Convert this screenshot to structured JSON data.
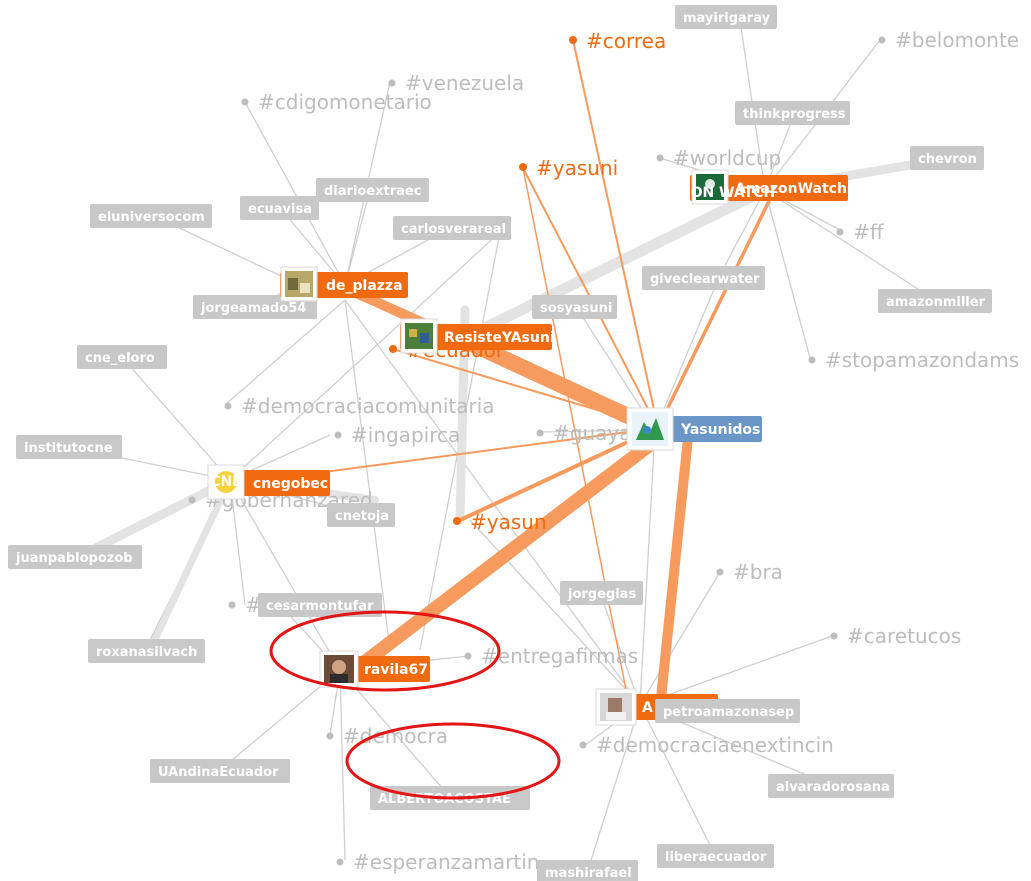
{
  "hashtags": {
    "correa": "#correa",
    "belomonte": "#belomonte",
    "venezuela": "#venezuela",
    "cdigomonetario": "#cdigomonetario",
    "yasuni": "#yasuni",
    "worldcup": "#worldcup",
    "ff": "#ff",
    "stopamazondams": "#stopamazondams",
    "ecuador": "#ecuador",
    "democraciacomunitaria": "#democraciacomunitaria",
    "ingapirca": "#ingapirca",
    "guayaquil": "#guayaquil",
    "gobernanza": "#gobernanzared",
    "yasun": "#yasun",
    "bra": "#bra",
    "caretucos": "#caretucos",
    "ica": "#ica",
    "entregafirmas": "#entregafirmas",
    "democra": "#democra",
    "democraciaenextincin": "#democraciaenextincin",
    "esperanzamartin": "#esperanzamartin"
  },
  "users": {
    "mayirigaray": "mayirigaray",
    "thinkprogress": "thinkprogress",
    "chevron": "chevron",
    "diarioextraec": "diarioextraec",
    "ecuavisa": "ecuavisa",
    "eluniversocom": "eluniversocom",
    "carlosverareal": "carlosverareal",
    "giveclearwater": "giveclearwater",
    "amazonmiller": "amazonmiller",
    "jorgeamado": "jorgeamado54",
    "sosyasuni": "sosyasuni",
    "cne_eloro": "cne_eloro",
    "institutocne": "institutocne",
    "cnetoja": "cnetoja",
    "juanpablopozob": "juanpablopozob",
    "jorgeglas": "jorgeglas",
    "cesarmontufar": "cesarmontufar",
    "roxanasilvach": "roxanasilvach",
    "petroamazonasep": "petroamazonasep",
    "uandina": "UAndinaEcuador",
    "albertoacosta": "ALBERTOACOSTAE",
    "alvaradorosana": "alvaradorosana",
    "liberaecuador": "liberaecuador",
    "mashirafael": "mashirafael"
  },
  "hubs": {
    "amazonwatch": "AmazonWatch",
    "de_plazza": "de_plazza",
    "resisteyasuni": "ResisteYAsuni",
    "yasunidos": "Yasunidos",
    "cnegobec": "cnegobec",
    "ravila67": "ravila67",
    "a": "A"
  },
  "avatars": {
    "amazonwatch_mark": "AMAZON WATCH",
    "cnegobec_mark": "CNE"
  },
  "colors": {
    "accent_orange": "#f26a10",
    "light_orange": "#f79a5e",
    "node_blue": "#6b96c8",
    "neutral_gray": "#bdbdbd",
    "annotation_red": "#e31515"
  }
}
